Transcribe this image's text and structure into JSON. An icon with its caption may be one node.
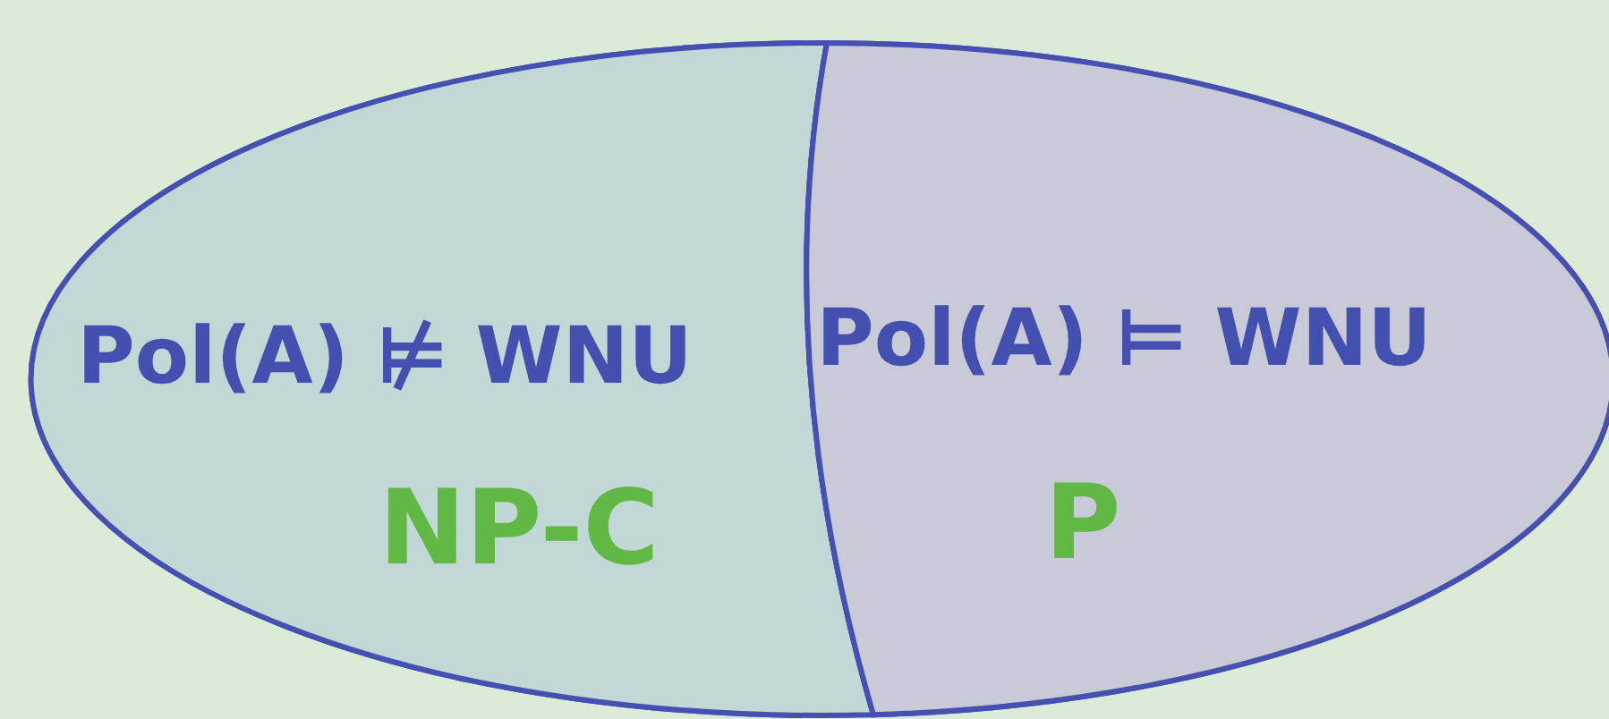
{
  "diagram": {
    "nodes": [
      {
        "text": [
          "Pol(A) ⊭ WNU",
          "NP-C"
        ]
      },
      {
        "text": [
          "Pol(A) ⊨ WNU",
          "P"
        ]
      }
    ]
  }
}
